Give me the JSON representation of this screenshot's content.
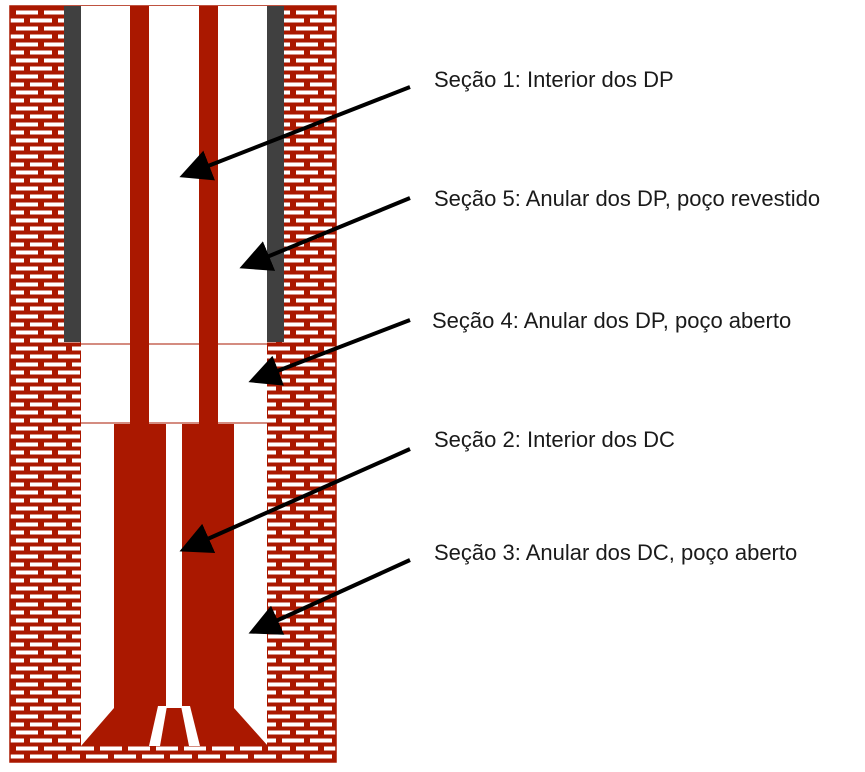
{
  "colors": {
    "rock": "#aa1800",
    "pipe": "#aa1800",
    "casing": "#404040",
    "mortar": "#ffffff",
    "fluid": "#ffffff",
    "arrow": "#000000",
    "text": "#1a1a1a"
  },
  "labels": {
    "secao1": "Seção 1: Interior dos DP",
    "secao5": "Seção 5: Anular dos DP, poço revestido",
    "secao4": "Seção 4: Anular dos DP, poço aberto",
    "secao2": "Seção 2: Interior dos DC",
    "secao3": "Seção 3: Anular dos DC, poço aberto"
  }
}
